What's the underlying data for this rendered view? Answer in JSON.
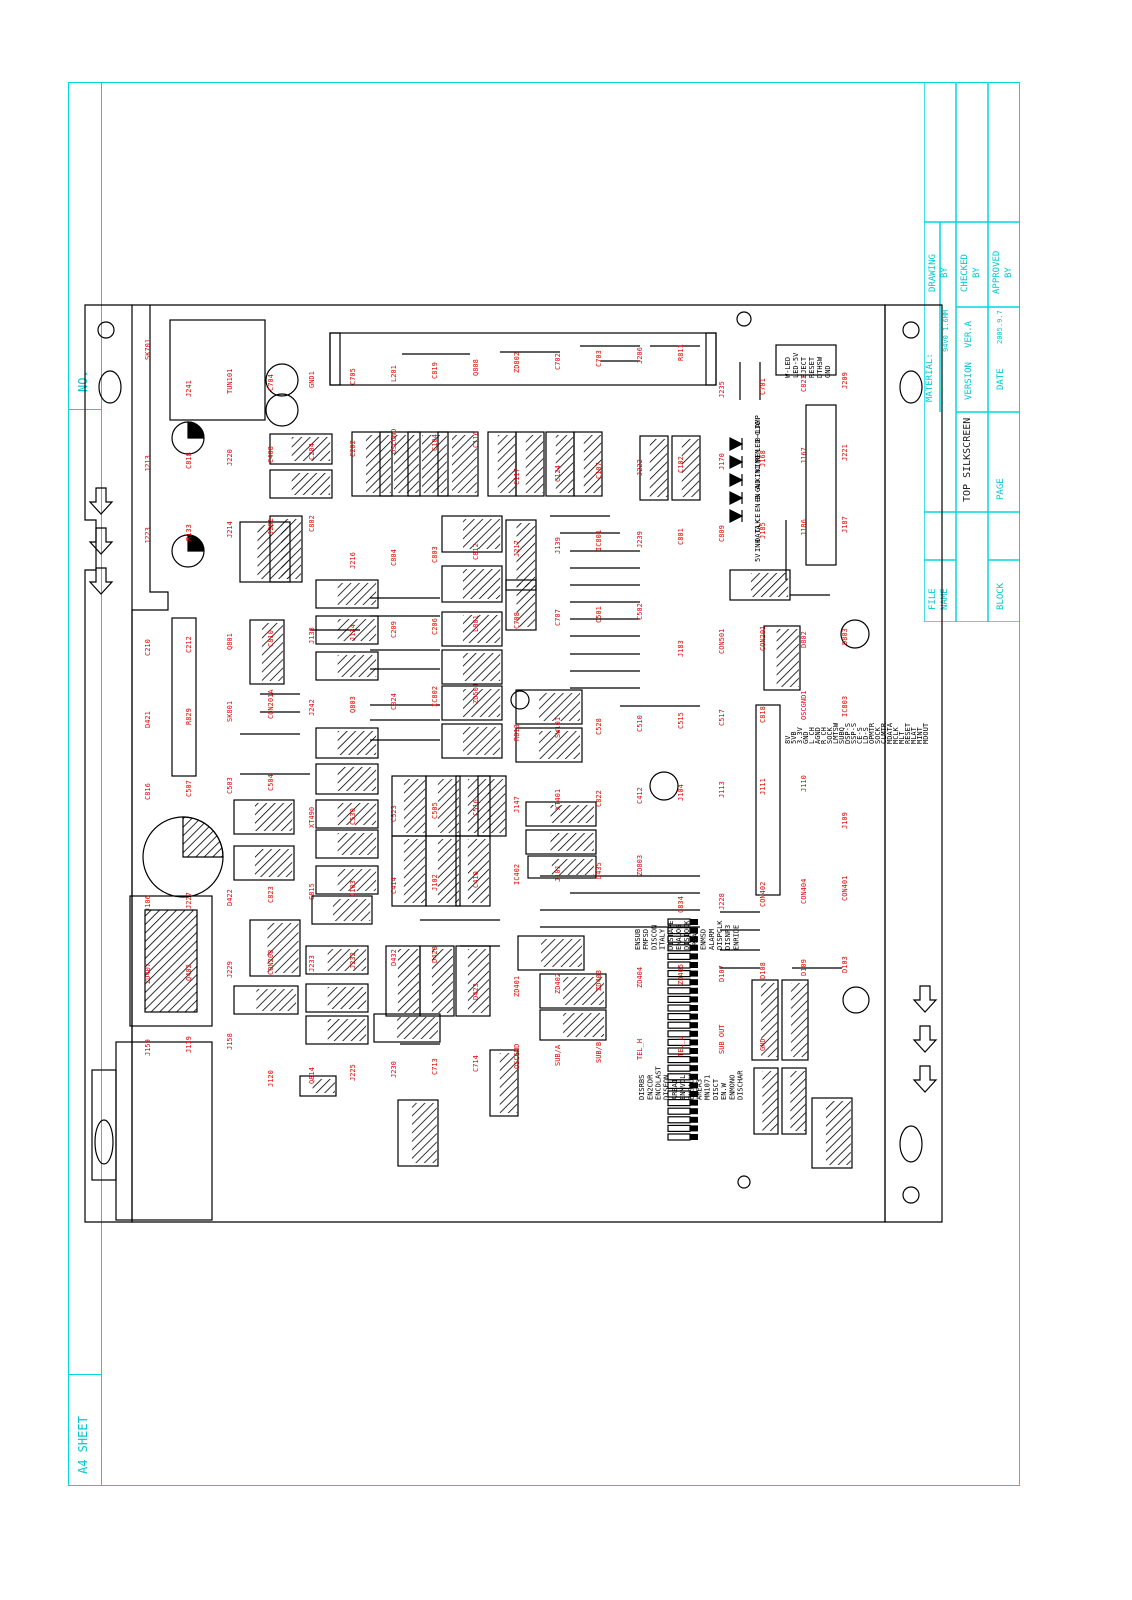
{
  "colors": {
    "frame": "#00d8dc",
    "outline": "#000000",
    "label": "#e00000",
    "title_text": "#222222"
  },
  "sheet": {
    "size_label": "A4 SHEET",
    "no_label": "NO."
  },
  "title_block": {
    "material_label": "MATERIAL:",
    "material_value": "94V0 1.6MM",
    "drawing_label": "DRAWING",
    "drawing_by": "BY",
    "checked_label": "CHECKED",
    "checked_by": "BY",
    "approved_label": "APPROVED",
    "approved_by": "BY",
    "version_label": "VERSION",
    "version_value": "VER.A",
    "date_label": "DATE",
    "date_value": "2005.9.7",
    "file_label": "FILE",
    "file_name": "NAME",
    "page_label": "PAGE",
    "block_label": "BLOCK",
    "drawing_title": "TOP SILKSCREEN"
  },
  "board": {
    "connector_top_pins": [
      "W-LED",
      "LED-5V",
      "EJECT",
      "RESET",
      "DTHSW",
      "GND"
    ],
    "connector_left_pins": [
      "LAMP",
      "B-LIG",
      "LED-C",
      "REM",
      "KIN0",
      "KIN1",
      "GND",
      "EN-A",
      "EN-B",
      "CE",
      "CLK",
      "DATA",
      "INH",
      "5V"
    ],
    "connector_main_pins": [
      "8V",
      "5VB",
      "3.3V",
      "GND",
      "L CH",
      "AGND",
      "R CH",
      "SOCK",
      "LMTSW",
      "SUBQ",
      "DSP-S",
      "SSP-S",
      "CE-S",
      "LD-S",
      "OPMTR",
      "SOCK",
      "CLMTR",
      "MDATA",
      "MCLK",
      "MLT",
      "RESET",
      "MLAT",
      "MINT",
      "MDOUT"
    ],
    "signal_labels": [
      "ENSUB",
      "DISRBS",
      "FMFSD",
      "EN2CDR",
      "DISCON",
      "ENCDLAST",
      "ITALY",
      "DISEON",
      "DISTAPE",
      "AREA1",
      "ENALOG",
      "ENMVOL",
      "DISIOCK",
      "ENSAUX",
      "AREA2",
      "AREA3",
      "ENMSD",
      "MN1071",
      "ALARM",
      "DISCT",
      "DISPCLK",
      "EN.W",
      "DISNP3",
      "ENMONO",
      "ENRIDE",
      "DISCHAR"
    ],
    "components": [
      "SK701",
      "J241",
      "TUN101",
      "C704",
      "GND1",
      "C705",
      "L201",
      "C819",
      "Q808",
      "ZD802",
      "C702",
      "C703",
      "J206",
      "R811",
      "J235",
      "C701",
      "C821",
      "J209",
      "J213",
      "C818",
      "J220",
      "C408",
      "C204",
      "C202",
      "OSCGND",
      "C104",
      "C116",
      "C117",
      "C124",
      "C107",
      "J222",
      "C102",
      "J170",
      "J168",
      "J167",
      "J221",
      "J223",
      "R133",
      "J214",
      "J201",
      "C802",
      "J216",
      "C804",
      "C803",
      "C812",
      "J217",
      "J139",
      "IC801",
      "J239",
      "C801",
      "C809",
      "J185",
      "J186",
      "J187",
      "C210",
      "C212",
      "Q801",
      "C810",
      "J138",
      "J134",
      "C209",
      "C206",
      "L801",
      "C708",
      "C707",
      "C501",
      "C502",
      "J183",
      "CON501",
      "CON201",
      "D802",
      "D803",
      "D421",
      "R829",
      "SK801",
      "CON201A",
      "J242",
      "Q803",
      "C824",
      "IC802",
      "ZD501",
      "R813",
      "SW101",
      "C528",
      "C510",
      "C515",
      "C517",
      "C818",
      "OSCGND1",
      "IC803",
      "C816",
      "C507",
      "C503",
      "C504",
      "XT490",
      "C530",
      "C523",
      "C505",
      "C516",
      "J147",
      "XT401",
      "C822",
      "C412",
      "J104",
      "J113",
      "J111",
      "J110",
      "J109",
      "J106",
      "J227",
      "D422",
      "C823",
      "C815",
      "J103",
      "C414",
      "J102",
      "C410",
      "IC402",
      "J101",
      "D435",
      "ZD803",
      "C834",
      "J228",
      "CON402",
      "CON404",
      "CON401",
      "ZD407",
      "Q402",
      "J229",
      "CON208",
      "J233",
      "J232",
      "D432",
      "D428",
      "D423",
      "ZD401",
      "ZD402",
      "ZD403",
      "ZD404",
      "ZD405",
      "D107",
      "D108",
      "D109",
      "D103",
      "J159",
      "J119",
      "J158",
      "J120",
      "Q814",
      "J225",
      "J230",
      "C713",
      "C714",
      "OSCGND",
      "SUB/A",
      "SUB/B",
      "TEL_H",
      "TEL_L",
      "SUB OUT",
      "GND"
    ]
  },
  "arrows_left": [
    "down",
    "down",
    "down"
  ],
  "arrows_right": [
    "down",
    "down",
    "down"
  ]
}
